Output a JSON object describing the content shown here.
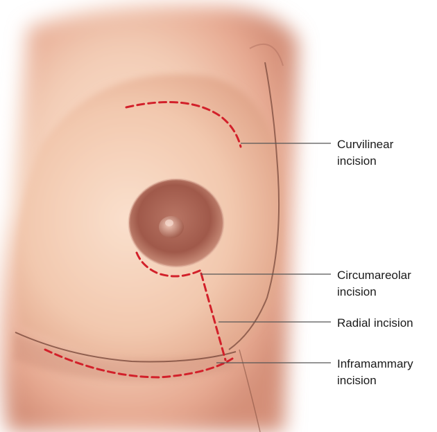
{
  "figure": {
    "labels": {
      "curvilinear": {
        "line1": "Curvilinear",
        "line2": "incision"
      },
      "circumareolar": {
        "line1": "Circumareolar",
        "line2": "incision"
      },
      "radial": {
        "line1": "Radial incision"
      },
      "inframammary": {
        "line1": "Inframammary",
        "line2": "incision"
      }
    },
    "colors": {
      "skin_light": "#f6d5c0",
      "skin_mid": "#e8b39a",
      "skin_dark": "#c98470",
      "areola": "#a5604f",
      "incision": "#d2202a",
      "leader": "#555555"
    }
  }
}
